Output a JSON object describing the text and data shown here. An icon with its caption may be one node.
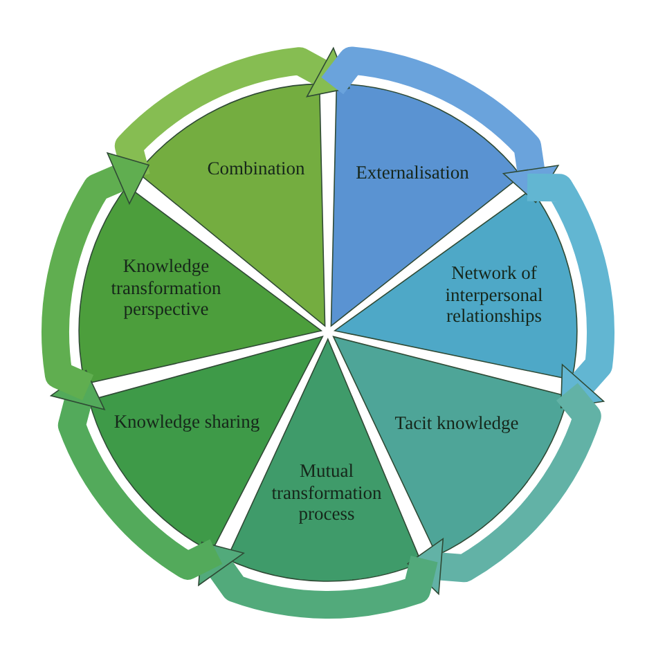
{
  "diagram": {
    "nodes": [
      {
        "text": [
          "Combination"
        ]
      },
      {
        "text": [
          "Externalisation"
        ]
      },
      {
        "text": [
          "Network of interpersonal relationships"
        ]
      },
      {
        "text": [
          "Tacit knowledge"
        ]
      },
      {
        "text": [
          "Mutual transformation process"
        ]
      },
      {
        "text": [
          "Knowledge sharing"
        ]
      },
      {
        "text": [
          "Knowledge transformation perspective"
        ]
      }
    ],
    "edges": [
      {
        "from": 0,
        "to": 1,
        "arrow": "to",
        "color": "#86bd52"
      },
      {
        "from": 1,
        "to": 2,
        "arrow": "to",
        "color": "#6aa3dc"
      },
      {
        "from": 2,
        "to": 3,
        "arrow": "to",
        "color": "#62b6d2"
      },
      {
        "from": 3,
        "to": 4,
        "arrow": "to",
        "color": "#62b2a6"
      },
      {
        "from": 4,
        "to": 5,
        "arrow": "to",
        "color": "#52aa7b"
      },
      {
        "from": 5,
        "to": 6,
        "arrow": "to",
        "color": "#53aa5b"
      },
      {
        "from": 6,
        "to": 0,
        "arrow": "to",
        "color": "#60ae50"
      }
    ]
  }
}
